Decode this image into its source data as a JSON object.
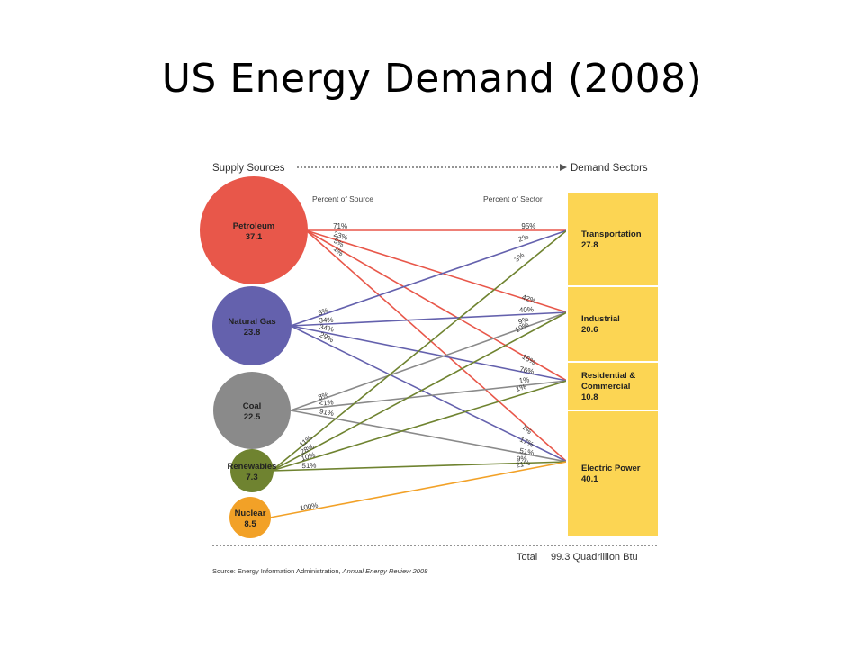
{
  "title": "US Energy Demand (2008)",
  "header": {
    "supply_label": "Supply Sources",
    "demand_label": "Demand Sectors",
    "percent_of_source": "Percent of Source",
    "percent_of_sector": "Percent of Sector"
  },
  "sources": [
    {
      "id": "petroleum",
      "name": "Petroleum",
      "value": "37.1",
      "color": "#e8574a"
    },
    {
      "id": "gas",
      "name": "Natural Gas",
      "value": "23.8",
      "color": "#6461ad"
    },
    {
      "id": "coal",
      "name": "Coal",
      "value": "22.5",
      "color": "#8a8a8a"
    },
    {
      "id": "renewables",
      "name": "Renewables",
      "value": "7.3",
      "color": "#6f8330"
    },
    {
      "id": "nuclear",
      "name": "Nuclear",
      "value": "8.5",
      "color": "#f2a127"
    }
  ],
  "sectors": [
    {
      "id": "transport",
      "name_lines": [
        "Transportation"
      ],
      "value": "27.8"
    },
    {
      "id": "industrial",
      "name_lines": [
        "Industrial"
      ],
      "value": "20.6"
    },
    {
      "id": "rescom",
      "name_lines": [
        "Residential &",
        "Commercial"
      ],
      "value": "10.8"
    },
    {
      "id": "electric",
      "name_lines": [
        "Electric Power"
      ],
      "value": "40.1"
    }
  ],
  "sector_color": "#fcd553",
  "flows": [
    {
      "from": "petroleum",
      "to": "transport",
      "source_pct": "71%",
      "sector_pct": "95%"
    },
    {
      "from": "petroleum",
      "to": "industrial",
      "source_pct": "23%",
      "sector_pct": "42%"
    },
    {
      "from": "petroleum",
      "to": "rescom",
      "source_pct": "5%",
      "sector_pct": "16%"
    },
    {
      "from": "petroleum",
      "to": "electric",
      "source_pct": "1%",
      "sector_pct": "1%"
    },
    {
      "from": "gas",
      "to": "transport",
      "source_pct": "3%",
      "sector_pct": "2%"
    },
    {
      "from": "gas",
      "to": "industrial",
      "source_pct": "34%",
      "sector_pct": "40%"
    },
    {
      "from": "gas",
      "to": "rescom",
      "source_pct": "34%",
      "sector_pct": "76%"
    },
    {
      "from": "gas",
      "to": "electric",
      "source_pct": "29%",
      "sector_pct": "17%"
    },
    {
      "from": "coal",
      "to": "industrial",
      "source_pct": "8%",
      "sector_pct": "9%"
    },
    {
      "from": "coal",
      "to": "rescom",
      "source_pct": "<1%",
      "sector_pct": "1%"
    },
    {
      "from": "coal",
      "to": "electric",
      "source_pct": "91%",
      "sector_pct": "51%"
    },
    {
      "from": "renewables",
      "to": "transport",
      "source_pct": "11%",
      "sector_pct": "3%"
    },
    {
      "from": "renewables",
      "to": "industrial",
      "source_pct": "28%",
      "sector_pct": "10%"
    },
    {
      "from": "renewables",
      "to": "rescom",
      "source_pct": "10%",
      "sector_pct": "1%"
    },
    {
      "from": "renewables",
      "to": "electric",
      "source_pct": "51%",
      "sector_pct": "9%"
    },
    {
      "from": "nuclear",
      "to": "electric",
      "source_pct": "100%",
      "sector_pct": "21%"
    }
  ],
  "total": {
    "label": "Total",
    "value": "99.3 Quadrillion Btu"
  },
  "source_note": {
    "prefix": "Source:  Energy Information Administration, ",
    "italic": "Annual Energy Review 2008"
  }
}
